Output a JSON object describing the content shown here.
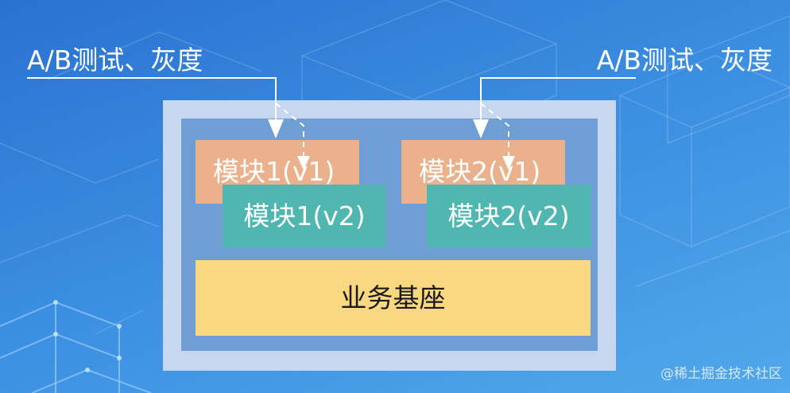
{
  "labels": {
    "left_ab": "A/B测试、灰度",
    "right_ab": "A/B测试、灰度"
  },
  "modules": {
    "module1_v1": "模块1(v1)",
    "module2_v1": "模块2(v1)",
    "module1_v2": "模块1(v2)",
    "module2_v2": "模块2(v2)"
  },
  "base": {
    "label": "业务基座"
  },
  "watermark": "@稀土掘金技术社区",
  "colors": {
    "background_top": "#2a72d0",
    "background_bottom": "#52a8ea",
    "outer_frame": "#c6d7ef",
    "inner_panel": "#6f9ed4",
    "module_v1": "#eab18c",
    "module_v2": "#4fb7b0",
    "base": "#fad882",
    "arrow": "#ffffff"
  }
}
